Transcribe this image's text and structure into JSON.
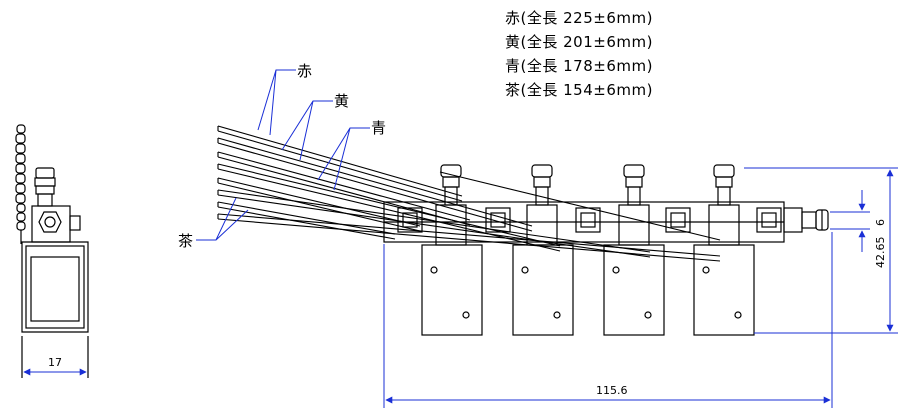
{
  "legend": [
    "赤(全長 225±6mm)",
    "黄(全長 201±6mm)",
    "青(全長 178±6mm)",
    "茶(全長 154±6mm)"
  ],
  "wire_labels": {
    "red": "赤",
    "yellow": "黄",
    "blue": "青",
    "brown": "茶"
  },
  "dimensions": {
    "side_width": "17",
    "overall_length": "115.6",
    "nozzle_dia": "6",
    "height": "42.65"
  },
  "colors": {
    "line": "#000000",
    "leader": "#1a2fd6"
  }
}
